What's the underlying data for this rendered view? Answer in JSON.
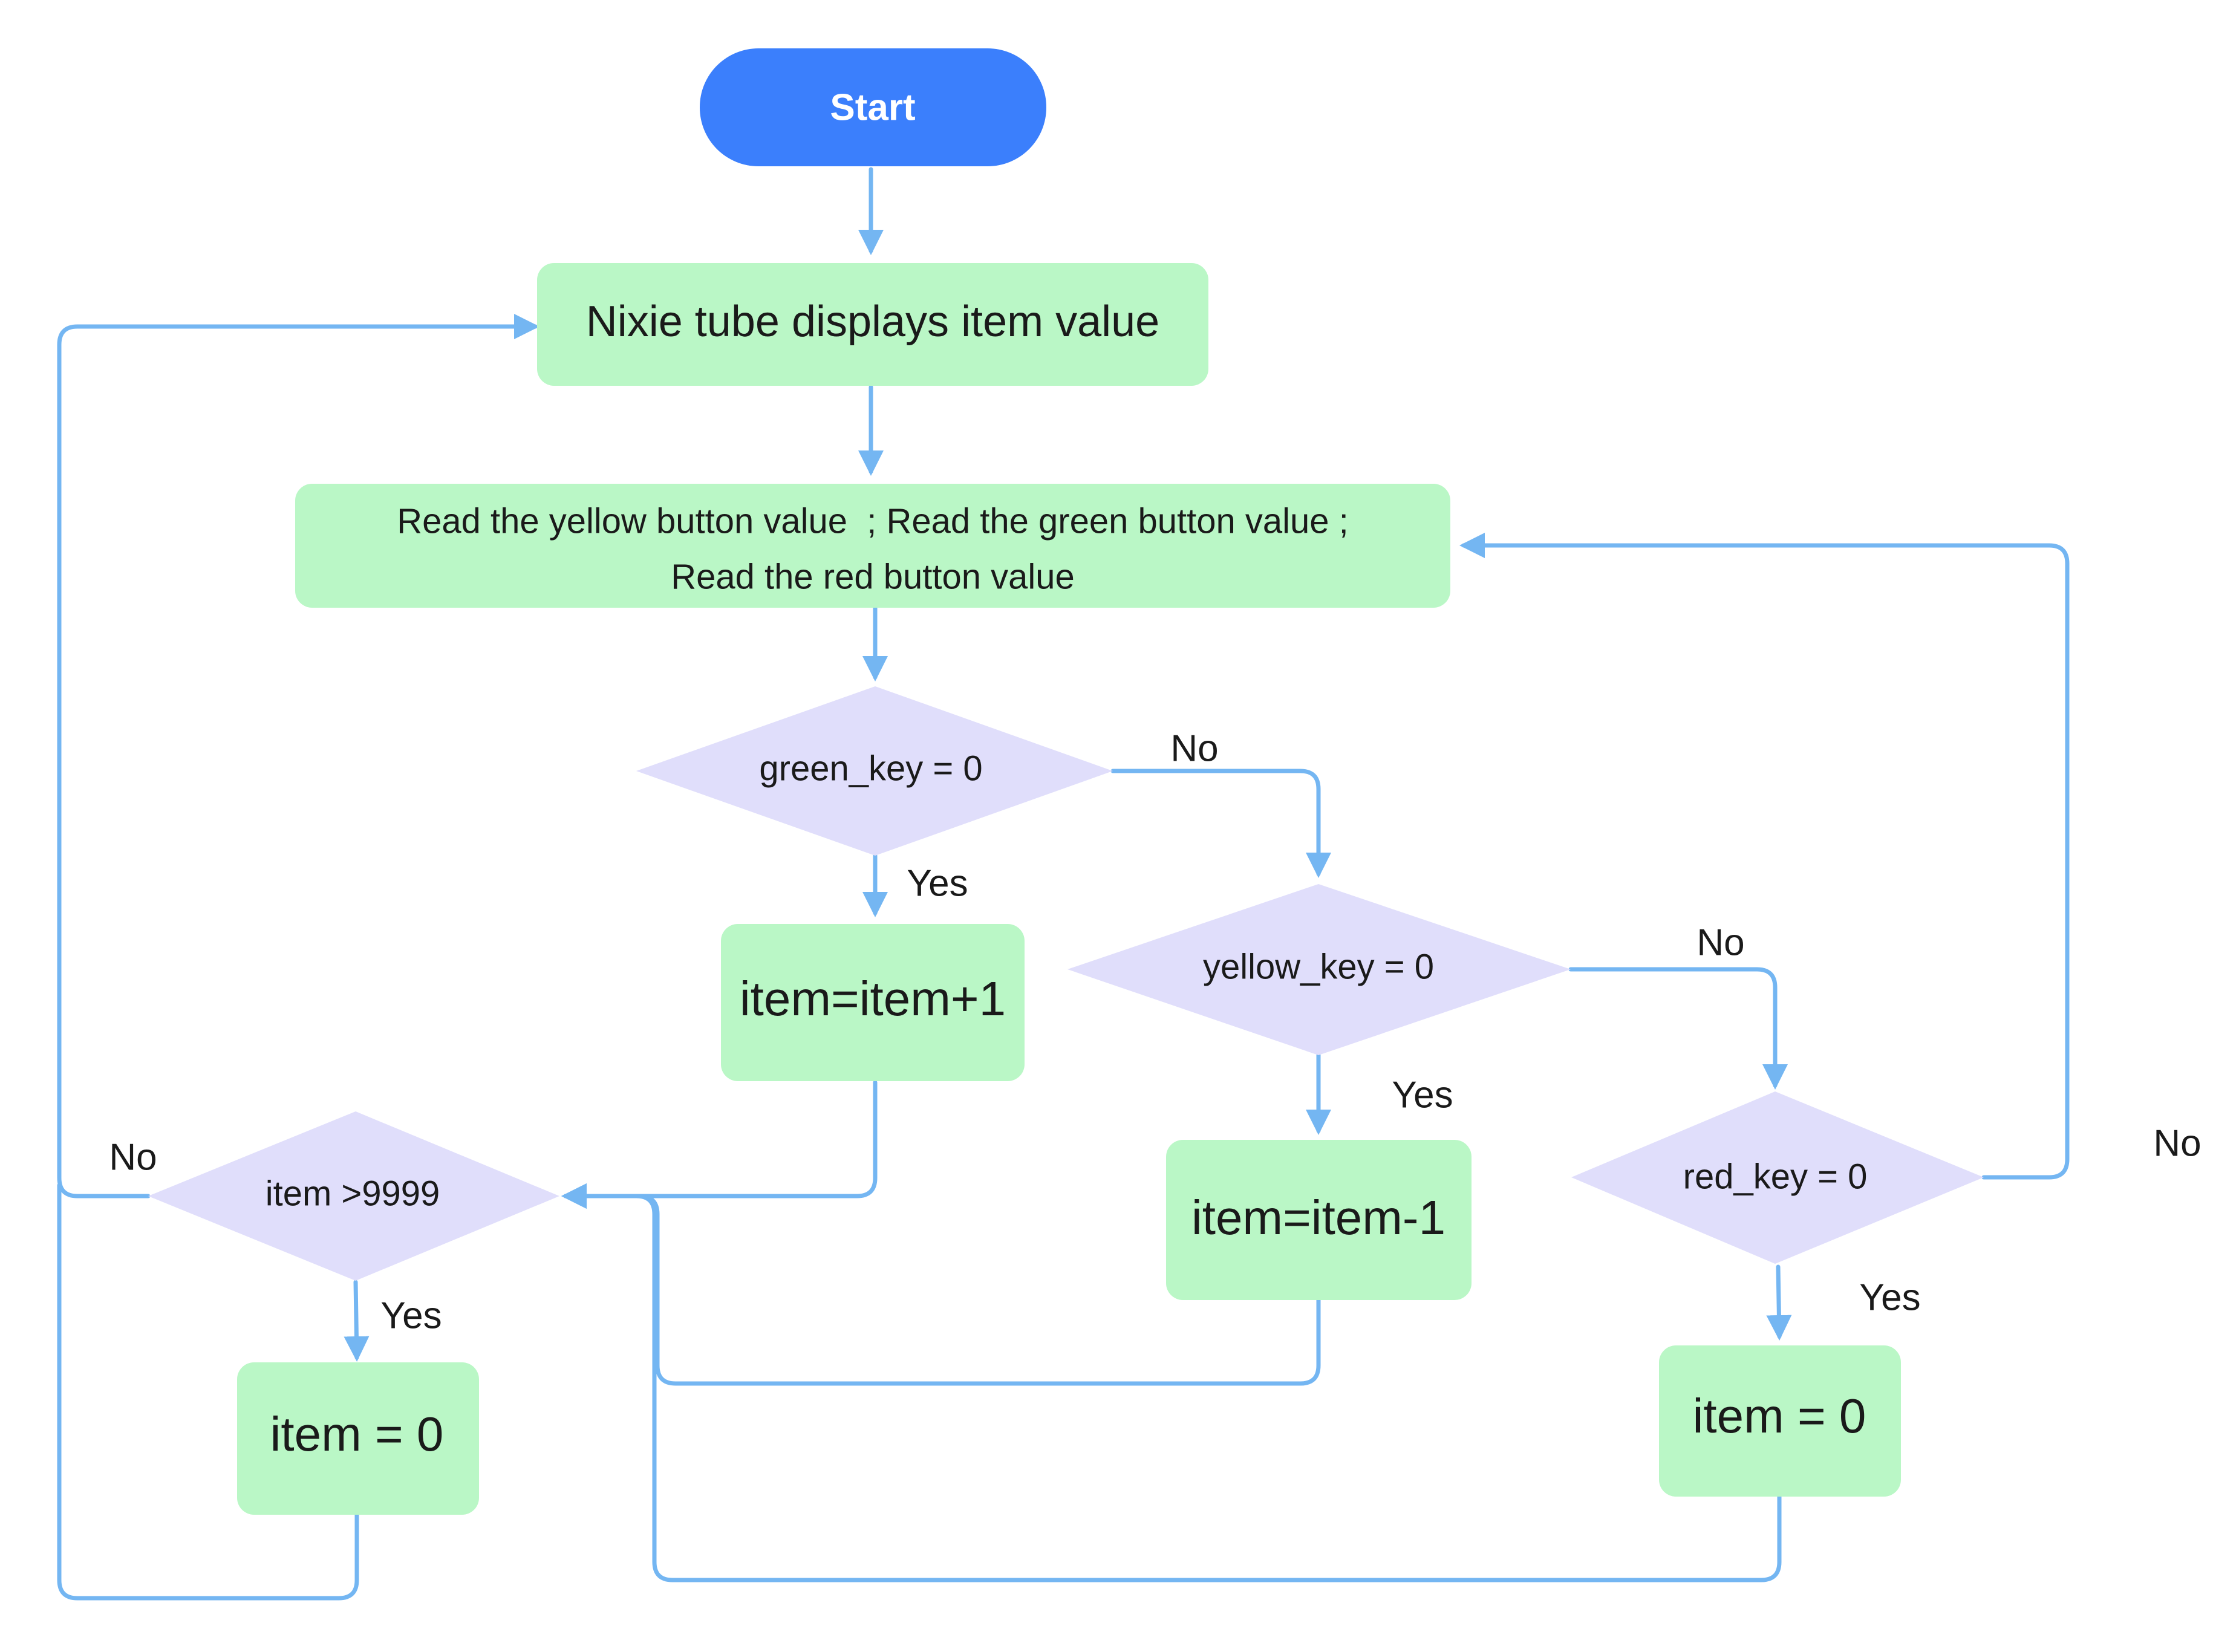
{
  "nodes": {
    "start": "Start",
    "display": "Nixie tube displays item value",
    "read_line1": "Read the yellow button value  ; Read the green button value ;",
    "read_line2": "Read the red button value",
    "green_decision": "green_key = 0",
    "item_plus": "item=item+1",
    "yellow_decision": "yellow_key = 0",
    "item_minus": "item=item-1",
    "red_decision": "red_key = 0",
    "item_reset_right": "item = 0",
    "limit_decision": "item >9999",
    "item_reset_left": "item = 0"
  },
  "labels": {
    "green_no": "No",
    "green_yes": "Yes",
    "yellow_no": "No",
    "yellow_yes": "Yes",
    "red_no": "No",
    "red_yes": "Yes",
    "limit_no": "No",
    "limit_yes": "Yes"
  },
  "colors": {
    "start_fill": "#3b7ffc",
    "process_fill": "#baf7c6",
    "decision_fill": "#e0defb",
    "edge": "#74b6f2"
  }
}
